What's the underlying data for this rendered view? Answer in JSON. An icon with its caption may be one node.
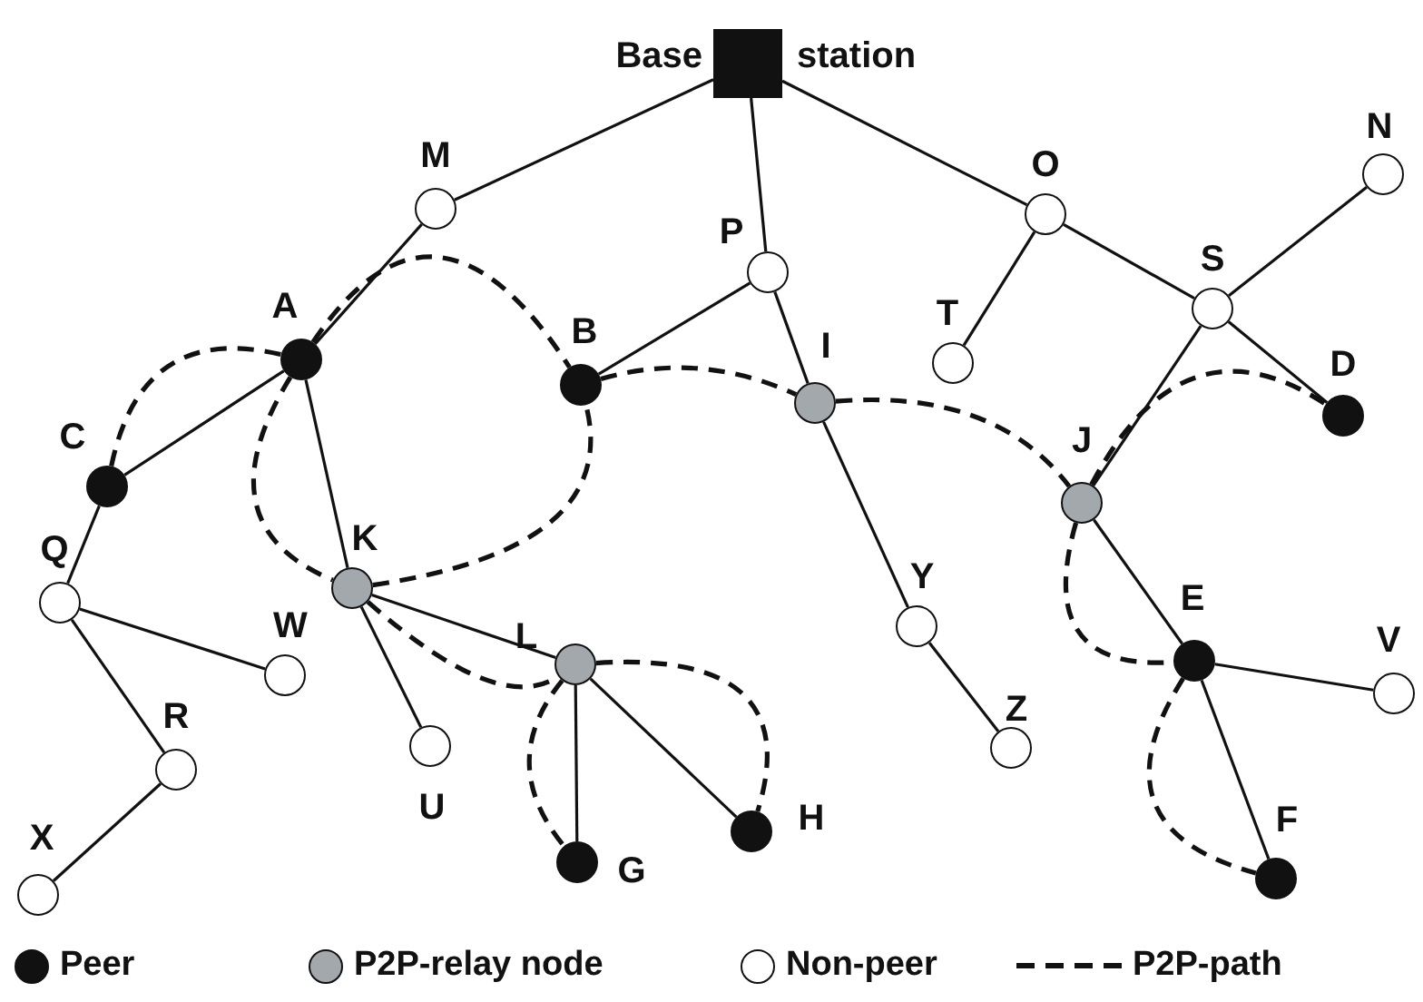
{
  "diagram": {
    "nodes": [
      {
        "text": [
          "Base",
          "station"
        ]
      },
      {
        "text": [
          "M"
        ]
      },
      {
        "text": [
          "O"
        ]
      },
      {
        "text": [
          "N"
        ]
      },
      {
        "text": [
          "P"
        ]
      },
      {
        "text": [
          "S"
        ]
      },
      {
        "text": [
          "T"
        ]
      },
      {
        "text": [
          "A"
        ]
      },
      {
        "text": [
          "B"
        ]
      },
      {
        "text": [
          "I"
        ]
      },
      {
        "text": [
          "D"
        ]
      },
      {
        "text": [
          "C"
        ]
      },
      {
        "text": [
          "J"
        ]
      },
      {
        "text": [
          "K"
        ]
      },
      {
        "text": [
          "Q"
        ]
      },
      {
        "text": [
          "Y"
        ]
      },
      {
        "text": [
          "W"
        ]
      },
      {
        "text": [
          "L"
        ]
      },
      {
        "text": [
          "E"
        ]
      },
      {
        "text": [
          "V"
        ]
      },
      {
        "text": [
          "R"
        ]
      },
      {
        "text": [
          "U"
        ]
      },
      {
        "text": [
          "Z"
        ]
      },
      {
        "text": [
          "H"
        ]
      },
      {
        "text": [
          "G"
        ]
      },
      {
        "text": [
          "F"
        ]
      },
      {
        "text": [
          "X"
        ]
      }
    ],
    "edges": [
      {
        "from": 0,
        "to": 1,
        "arrow": "none"
      },
      {
        "from": 0,
        "to": 4,
        "arrow": "none"
      },
      {
        "from": 0,
        "to": 2,
        "arrow": "none"
      },
      {
        "from": 1,
        "to": 7,
        "arrow": "none"
      },
      {
        "from": 4,
        "to": 8,
        "arrow": "none"
      },
      {
        "from": 4,
        "to": 9,
        "arrow": "none"
      },
      {
        "from": 2,
        "to": 6,
        "arrow": "none"
      },
      {
        "from": 2,
        "to": 5,
        "arrow": "none"
      },
      {
        "from": 5,
        "to": 3,
        "arrow": "none"
      },
      {
        "from": 5,
        "to": 10,
        "arrow": "none"
      },
      {
        "from": 5,
        "to": 12,
        "arrow": "none"
      },
      {
        "from": 7,
        "to": 11,
        "arrow": "none"
      },
      {
        "from": 7,
        "to": 13,
        "arrow": "none"
      },
      {
        "from": 11,
        "to": 14,
        "arrow": "none"
      },
      {
        "from": 14,
        "to": 16,
        "arrow": "none"
      },
      {
        "from": 14,
        "to": 20,
        "arrow": "none"
      },
      {
        "from": 20,
        "to": 26,
        "arrow": "none"
      },
      {
        "from": 13,
        "to": 21,
        "arrow": "none"
      },
      {
        "from": 13,
        "to": 17,
        "arrow": "none"
      },
      {
        "from": 17,
        "to": 24,
        "arrow": "none"
      },
      {
        "from": 17,
        "to": 23,
        "arrow": "none"
      },
      {
        "from": 9,
        "to": 15,
        "arrow": "none"
      },
      {
        "from": 15,
        "to": 22,
        "arrow": "none"
      },
      {
        "from": 12,
        "to": 18,
        "arrow": "none"
      },
      {
        "from": 18,
        "to": 19,
        "arrow": "none"
      },
      {
        "from": 18,
        "to": 25,
        "arrow": "none"
      },
      {
        "from": 11,
        "to": 7,
        "arrow": "none",
        "style": "dashed"
      },
      {
        "from": 7,
        "to": 8,
        "arrow": "none",
        "style": "dashed"
      },
      {
        "from": 7,
        "to": 13,
        "arrow": "none",
        "style": "dashed"
      },
      {
        "from": 13,
        "to": 8,
        "arrow": "none",
        "style": "dashed"
      },
      {
        "from": 8,
        "to": 9,
        "arrow": "none",
        "style": "dashed"
      },
      {
        "from": 9,
        "to": 12,
        "arrow": "none",
        "style": "dashed"
      },
      {
        "from": 12,
        "to": 10,
        "arrow": "none",
        "style": "dashed"
      },
      {
        "from": 12,
        "to": 18,
        "arrow": "none",
        "style": "dashed"
      },
      {
        "from": 18,
        "to": 25,
        "arrow": "none",
        "style": "dashed"
      },
      {
        "from": 13,
        "to": 17,
        "arrow": "none",
        "style": "dashed"
      },
      {
        "from": 17,
        "to": 24,
        "arrow": "none",
        "style": "dashed"
      },
      {
        "from": 17,
        "to": 23,
        "arrow": "none",
        "style": "dashed"
      }
    ],
    "legend": [
      {
        "text": "Peer",
        "color": "#111111"
      },
      {
        "text": "P2P-relay node",
        "color": "#a3a8ad"
      },
      {
        "text": "Non-peer",
        "color": "#ffffff"
      },
      {
        "text": "P2P-path"
      }
    ]
  }
}
